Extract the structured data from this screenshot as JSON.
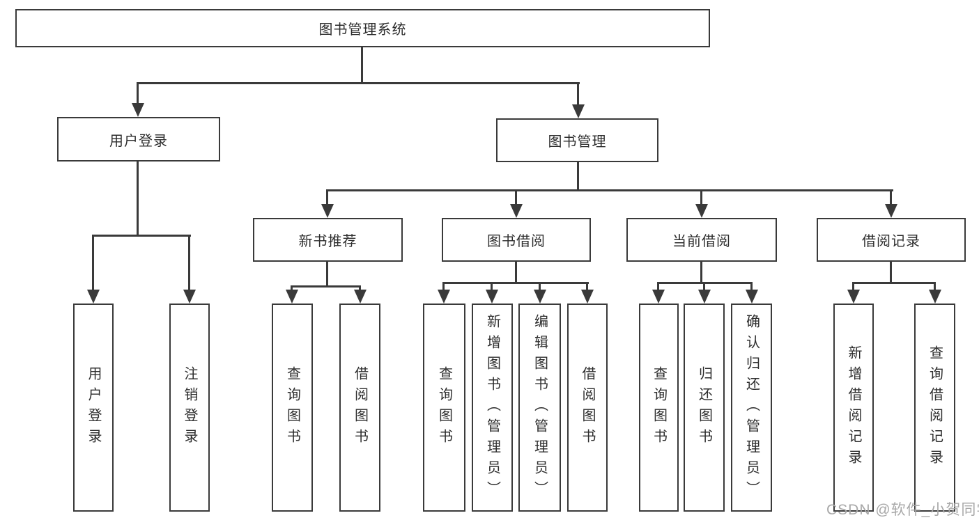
{
  "diagram_title": "图书管理系统",
  "watermark": "CSDN @软件_小贺同学",
  "colors": {
    "line": "#3a3a3a",
    "box_border": "#3a3a3a",
    "box_fill": "#ffffff",
    "text": "#2d2d2d",
    "watermark": "#a8a8a8"
  },
  "nodes": {
    "root": {
      "label": "图书管理系统"
    },
    "login": {
      "label": "用户登录"
    },
    "book_mgmt": {
      "label": "图书管理"
    },
    "new_book": {
      "label": "新书推荐"
    },
    "book_borrow": {
      "label": "图书借阅"
    },
    "current_borrow": {
      "label": "当前借阅"
    },
    "borrow_records": {
      "label": "借阅记录"
    },
    "user_login": {
      "label": "用户登录"
    },
    "logout": {
      "label": "注销登录"
    },
    "nb_query_book": {
      "label": "查询图书"
    },
    "nb_borrow_book": {
      "label": "借阅图书"
    },
    "bb_query_book": {
      "label": "查询图书"
    },
    "bb_add_book": {
      "label": "新增图书（管理员）"
    },
    "bb_edit_book": {
      "label": "编辑图书（管理员）"
    },
    "bb_borrow_book": {
      "label": "借阅图书"
    },
    "cb_query_book": {
      "label": "查询图书"
    },
    "cb_return_book": {
      "label": "归还图书"
    },
    "cb_confirm_return": {
      "label": "确认归还（管理员）"
    },
    "br_add_record": {
      "label": "新增借阅记录"
    },
    "br_query_record": {
      "label": "查询借阅记录"
    }
  }
}
